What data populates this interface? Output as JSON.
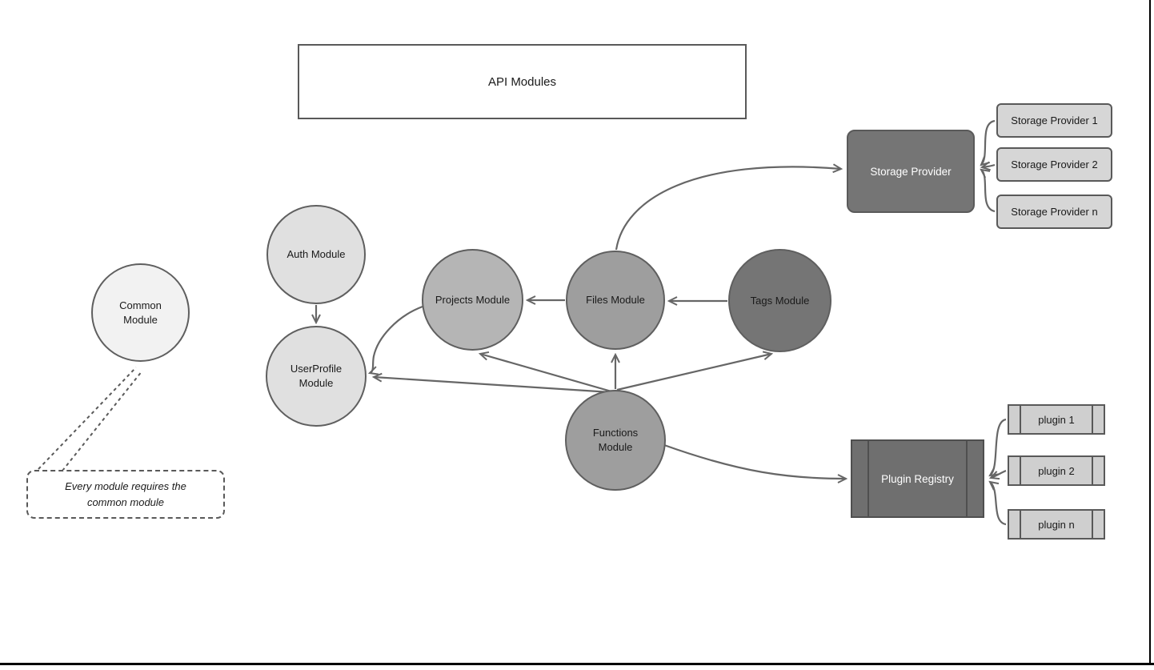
{
  "page": {
    "title": "API Modules"
  },
  "nodes": {
    "common": {
      "label": "Common\nModule"
    },
    "auth": {
      "label": "Auth Module"
    },
    "userprofile": {
      "label": "UserProfile\nModule"
    },
    "projects": {
      "label": "Projects Module"
    },
    "files": {
      "label": "Files Module"
    },
    "tags": {
      "label": "Tags Module"
    },
    "functions": {
      "label": "Functions\nModule"
    },
    "storage_provider": {
      "label": "Storage Provider"
    },
    "storage_provider_1": {
      "label": "Storage Provider 1"
    },
    "storage_provider_2": {
      "label": "Storage Provider 2"
    },
    "storage_provider_n": {
      "label": "Storage Provider n"
    },
    "plugin_registry": {
      "label": "Plugin Registry"
    },
    "plugin_1": {
      "label": "plugin 1"
    },
    "plugin_2": {
      "label": "plugin 2"
    },
    "plugin_n": {
      "label": "plugin n"
    }
  },
  "note": {
    "text": "Every module requires the\ncommon module"
  },
  "edges": [
    {
      "from": "auth",
      "to": "userprofile"
    },
    {
      "from": "projects",
      "to": "userprofile"
    },
    {
      "from": "files",
      "to": "projects"
    },
    {
      "from": "tags",
      "to": "files"
    },
    {
      "from": "functions",
      "to": "files"
    },
    {
      "from": "functions",
      "to": "projects"
    },
    {
      "from": "functions",
      "to": "userprofile"
    },
    {
      "from": "functions",
      "to": "tags"
    },
    {
      "from": "files",
      "to": "storage_provider"
    },
    {
      "from": "functions",
      "to": "plugin_registry"
    },
    {
      "from": "storage_provider_1",
      "to": "storage_provider"
    },
    {
      "from": "storage_provider_2",
      "to": "storage_provider"
    },
    {
      "from": "storage_provider_n",
      "to": "storage_provider"
    },
    {
      "from": "plugin_1",
      "to": "plugin_registry"
    },
    {
      "from": "plugin_2",
      "to": "plugin_registry"
    },
    {
      "from": "plugin_n",
      "to": "plugin_registry"
    },
    {
      "from": "note",
      "to": "common",
      "style": "dashed-callout"
    }
  ],
  "colors": {
    "edge": "#666666",
    "node_border": "#5f5f5f",
    "light_node": "#e0e0e0",
    "lighter_node": "#f2f2f2",
    "medium_node": "#9e9e9e",
    "dark_node": "#757575",
    "dark_box": "#6f6f6f",
    "mini_box": "#d6d6d6",
    "frame": "#000000"
  }
}
